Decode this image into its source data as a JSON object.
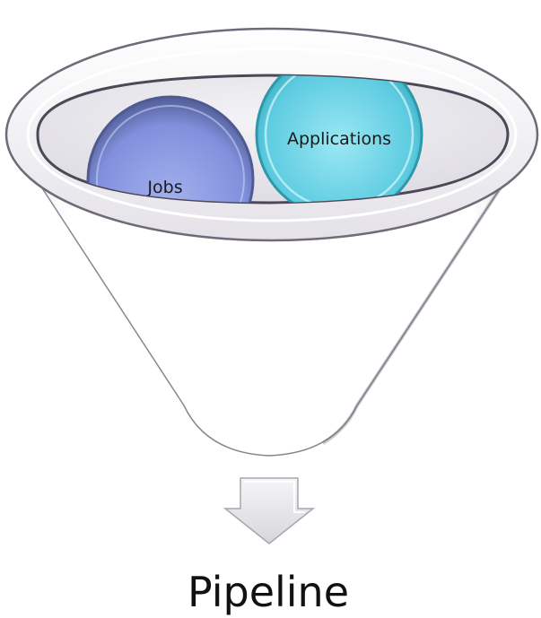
{
  "funnel": {
    "inputs": [
      {
        "label": "Jobs",
        "color": "#7f90dc"
      },
      {
        "label": "Applications",
        "color": "#5ccbe0"
      }
    ],
    "output": {
      "label": "Pipeline"
    }
  }
}
